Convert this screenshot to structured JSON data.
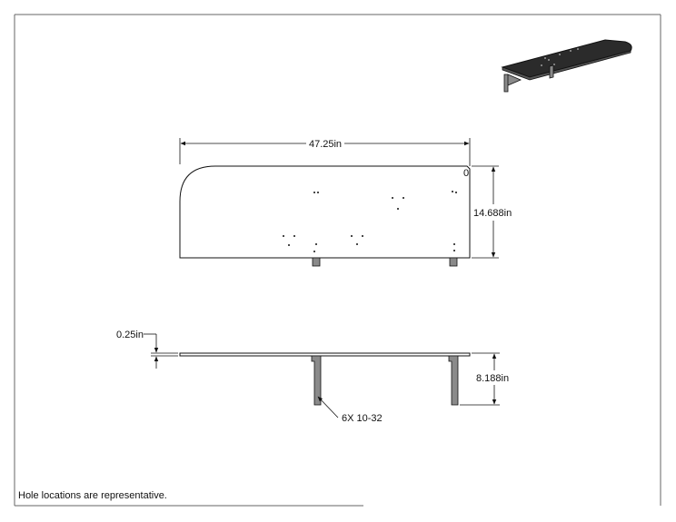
{
  "colors": {
    "line": "#111111",
    "frame": "#666666",
    "shelf_fill": "#2b2b2b",
    "bracket_fill": "#8a8a8a"
  },
  "dimensions": {
    "width": "47.25in",
    "depth": "14.688in",
    "thickness": "0.25in",
    "bracket_height": "8.188in"
  },
  "callout": {
    "hardware": "6X 10-32"
  },
  "top_view": {
    "corner_mark": "0"
  },
  "note": {
    "text": "Hole locations are representative."
  }
}
